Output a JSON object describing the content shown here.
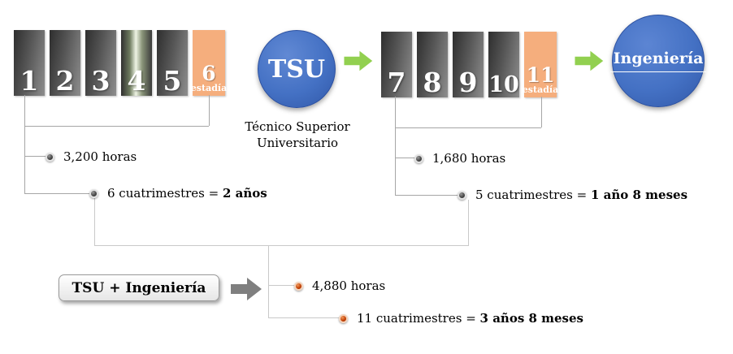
{
  "colors": {
    "block_dark": "#4a4a4a",
    "block_orange": "#f5ae7d",
    "circle_blue": "#4471c4",
    "arrow_green": "#92d050",
    "arrow_gray": "#7f7f7f",
    "bullet_gray": "#4a4a4a",
    "bullet_orange": "#c03c00"
  },
  "tsu": {
    "blocks": [
      {
        "label": "1"
      },
      {
        "label": "2"
      },
      {
        "label": "3"
      },
      {
        "label": "4"
      },
      {
        "label": "5"
      },
      {
        "label": "6",
        "sublabel": "estadía"
      }
    ],
    "circle_label": "TSU",
    "caption_line1": "Técnico Superior",
    "caption_line2": "Universitario",
    "hours": "3,200 horas",
    "terms": "6 cuatrimestres = ",
    "terms_bold": "2 años"
  },
  "ingenieria": {
    "blocks": [
      {
        "label": "7"
      },
      {
        "label": "8"
      },
      {
        "label": "9"
      },
      {
        "label": "10"
      },
      {
        "label": "11",
        "sublabel": "estadía"
      }
    ],
    "circle_label": "Ingeniería",
    "hours": "1,680 horas",
    "terms": "5 cuatrimestres = ",
    "terms_bold": "1 año 8 meses"
  },
  "combined": {
    "box_label": "TSU + Ingeniería",
    "hours": "4,880 horas",
    "terms": "11 cuatrimestres = ",
    "terms_bold": "3 años 8 meses"
  }
}
